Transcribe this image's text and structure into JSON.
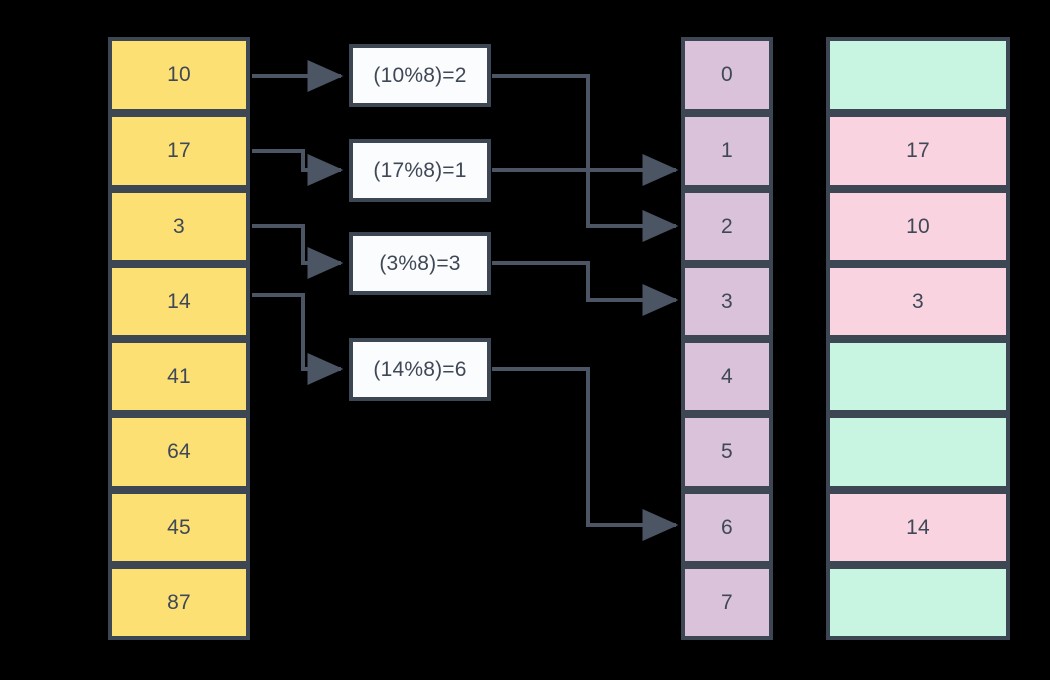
{
  "diagram": {
    "title": "hash-table-insertion-diagram",
    "modulus": 8,
    "colors": {
      "background": "#000000",
      "input_cell": "#fde074",
      "index_cell": "#d9c2da",
      "empty_slot": "#c8f5e1",
      "filled_slot": "#fad3e0",
      "hash_box": "#fbfcfe",
      "border": "#3d4754",
      "arrow": "#4b5563",
      "text": "#3f4856"
    }
  },
  "input_array": {
    "name": "keys-to-insert",
    "items": [
      {
        "value": "10"
      },
      {
        "value": "17"
      },
      {
        "value": "3"
      },
      {
        "value": "14"
      },
      {
        "value": "41"
      },
      {
        "value": "64"
      },
      {
        "value": "45"
      },
      {
        "value": "87"
      }
    ]
  },
  "hash_boxes": [
    {
      "label": "(10%8)=2",
      "key": "10",
      "index": "2"
    },
    {
      "label": "(17%8)=1",
      "key": "17",
      "index": "1"
    },
    {
      "label": "(3%8)=3",
      "key": "3",
      "index": "3"
    },
    {
      "label": "(14%8)=6",
      "key": "14",
      "index": "6"
    }
  ],
  "index_column": {
    "name": "bucket-indices",
    "items": [
      {
        "label": "0"
      },
      {
        "label": "1"
      },
      {
        "label": "2"
      },
      {
        "label": "3"
      },
      {
        "label": "4"
      },
      {
        "label": "5"
      },
      {
        "label": "6"
      },
      {
        "label": "7"
      }
    ]
  },
  "slot_column": {
    "name": "bucket-values",
    "items": [
      {
        "value": "",
        "state": "empty"
      },
      {
        "value": "17",
        "state": "filled"
      },
      {
        "value": "10",
        "state": "filled"
      },
      {
        "value": "3",
        "state": "filled"
      },
      {
        "value": "",
        "state": "empty"
      },
      {
        "value": "",
        "state": "empty"
      },
      {
        "value": "14",
        "state": "filled"
      },
      {
        "value": "",
        "state": "empty"
      }
    ]
  }
}
